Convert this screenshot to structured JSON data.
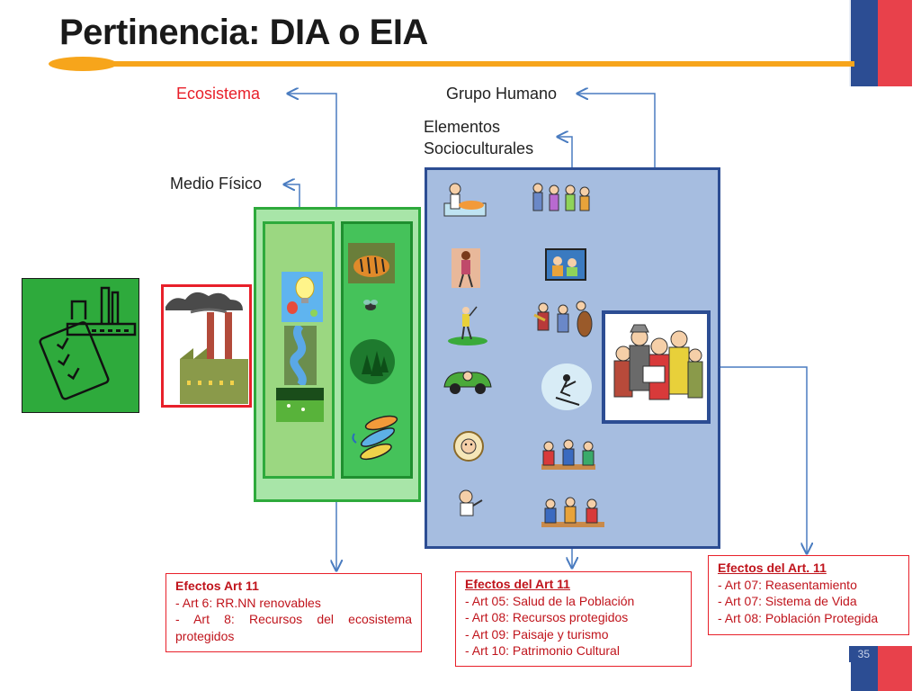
{
  "slide": {
    "title": "Pertinencia: DIA o EIA",
    "page_number": "35",
    "accent_colors": {
      "orange": "#f7a51b",
      "red": "#e8202a",
      "blue": "#2c4d93",
      "green": "#2eaa3c",
      "panel_blue": "#a6bde0"
    }
  },
  "labels": {
    "ecosistema": "Ecosistema",
    "medio_fisico": "Medio Físico",
    "grupo_humano": "Grupo Humano",
    "elementos_1": "Elementos",
    "elementos_2": "Socioculturales"
  },
  "boxes": {
    "box1": {
      "heading": "Efectos Art 11",
      "lines": [
        "- Art 6: RR.NN renovables",
        "- Art 8: Recursos del ecosistema protegidos"
      ]
    },
    "box2": {
      "heading": "Efectos del Art 11",
      "lines": [
        "- Art 05: Salud de la Población",
        "- Art 08: Recursos protegidos",
        "- Art 09: Paisaje y turismo",
        "- Art 10: Patrimonio Cultural"
      ]
    },
    "box3": {
      "heading": "Efectos del Art. 11",
      "lines": [
        "- Art 07: Reasentamiento",
        "- Art 07: Sistema de Vida",
        "- Art 08: Población Protegida"
      ]
    }
  },
  "icons": {
    "checklist": "checklist-factory-icon",
    "factory": "factory-icon",
    "bulb": "lightbulb-balloon-icon",
    "river": "river-icon",
    "field": "field-icon",
    "tiger": "tiger-icon",
    "insect": "insect-icon",
    "trees": "trees-icon",
    "fish": "fish-icon",
    "people": [
      "doctor-patient-icon",
      "elderly-people-icon",
      "walking-woman-icon",
      "family-tv-icon",
      "golfer-icon",
      "musicians-icon",
      "car-icon",
      "skier-icon",
      "sheep-icon",
      "meeting-icon",
      "child-icon",
      "dinner-group-icon",
      "community-group-icon"
    ]
  }
}
